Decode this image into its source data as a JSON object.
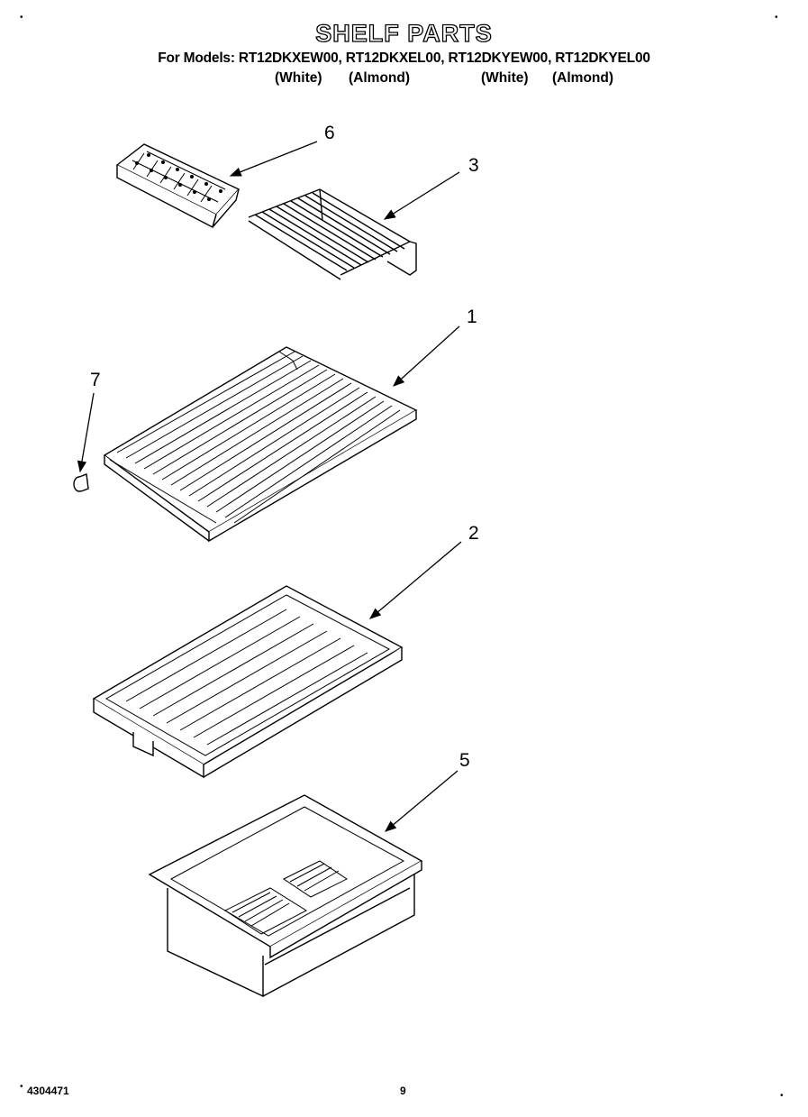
{
  "header": {
    "title": "SHELF PARTS",
    "models_line": "For Models: RT12DKXEW00, RT12DKXEL00, RT12DKYEW00, RT12DKYEL00",
    "color_labels": [
      "(White)",
      "(Almond)",
      "(White)",
      "(Almond)"
    ]
  },
  "callouts": [
    "6",
    "3",
    "1",
    "7",
    "2",
    "5"
  ],
  "footer": {
    "doc_number": "4304471",
    "page_number": "9"
  }
}
